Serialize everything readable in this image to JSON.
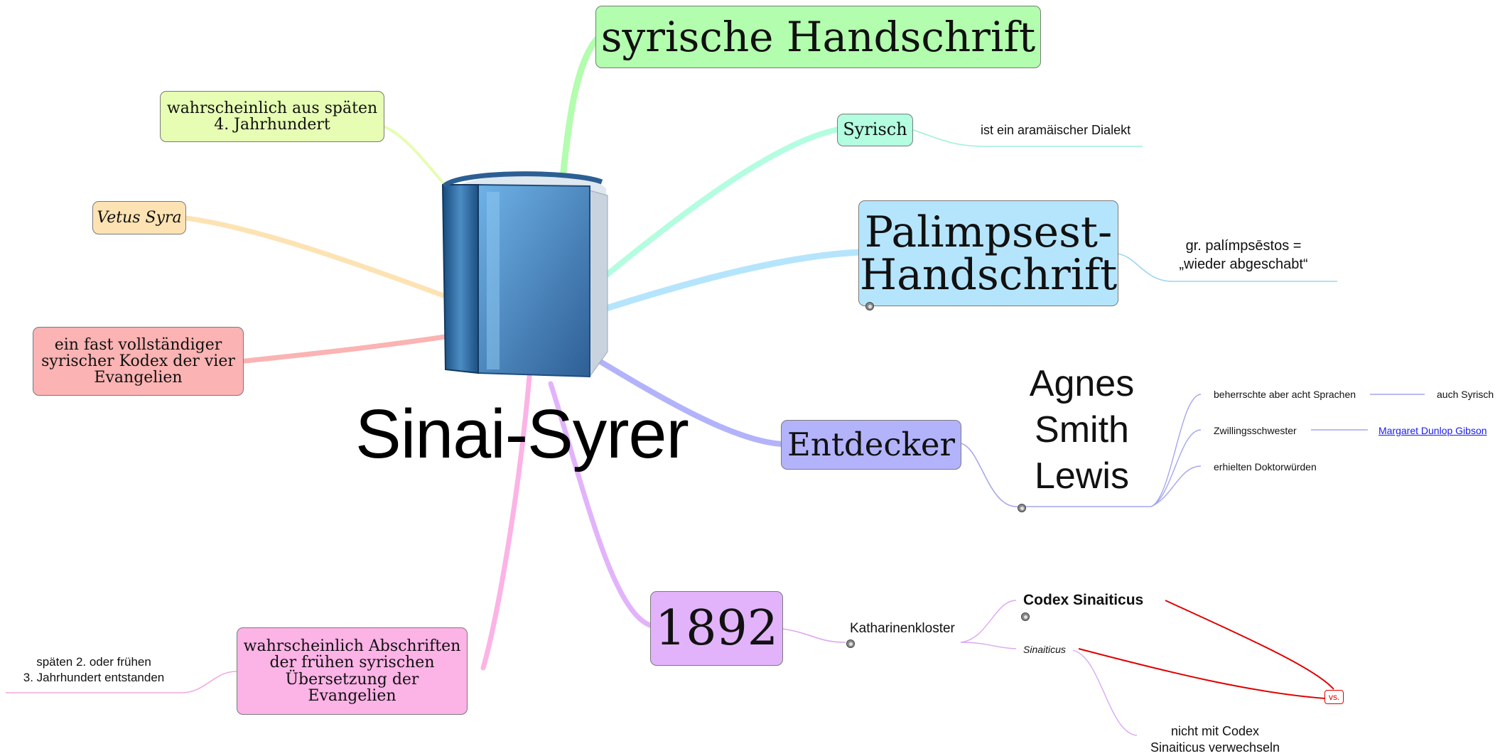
{
  "center": {
    "title": "Sinai-Syrer",
    "icon": "book-icon"
  },
  "branches": {
    "handschrift": "syrische Handschrift",
    "syrisch": {
      "label": "Syrisch",
      "note": "ist ein aramäischer Dialekt"
    },
    "palimpsest": {
      "label": "Palimpsest-\nHandschrift",
      "note": "gr. palímpsēstos =\n„wieder abgeschabt“"
    },
    "entdecker": {
      "label": "Entdecker",
      "person": "Agnes\nSmith\nLewis",
      "facts": [
        {
          "text": "beherrschte aber acht Sprachen",
          "sub": "auch Syrisch"
        },
        {
          "text": "Zwillingsschwester",
          "sub": "Margaret Dunlop Gibson"
        },
        {
          "text": "erhielten Doktorwürden"
        }
      ]
    },
    "year": {
      "label": "1892",
      "place": "Katharinenkloster",
      "codex": "Codex Sinaiticus",
      "sinaiticus": "Sinaiticus",
      "vs": "vs.",
      "warning": "nicht mit Codex\nSinaiticus verwechseln"
    },
    "abschriften": {
      "label": "wahrscheinlich Abschriften\nder frühen syrischen\nÜbersetzung der\nEvangelien",
      "note": "späten 2. oder frühen\n3. Jahrhundert entstanden"
    },
    "kodex": "ein fast vollständiger\nsyrischer Kodex der vier\nEvangelien",
    "vetus": "Vetus Syra",
    "datum": "wahrscheinlich aus späten\n4. Jahrhundert"
  },
  "colors": {
    "green": "#b3fdae",
    "teal": "#b3fde0",
    "blue": "#b5e5fc",
    "violet": "#b3b3fb",
    "purple": "#e2b3fb",
    "pink": "#fcb3e6",
    "red": "#fbb3b3",
    "orange": "#fde3b3",
    "lime": "#e6fdb3",
    "conflict": "#e00000"
  }
}
